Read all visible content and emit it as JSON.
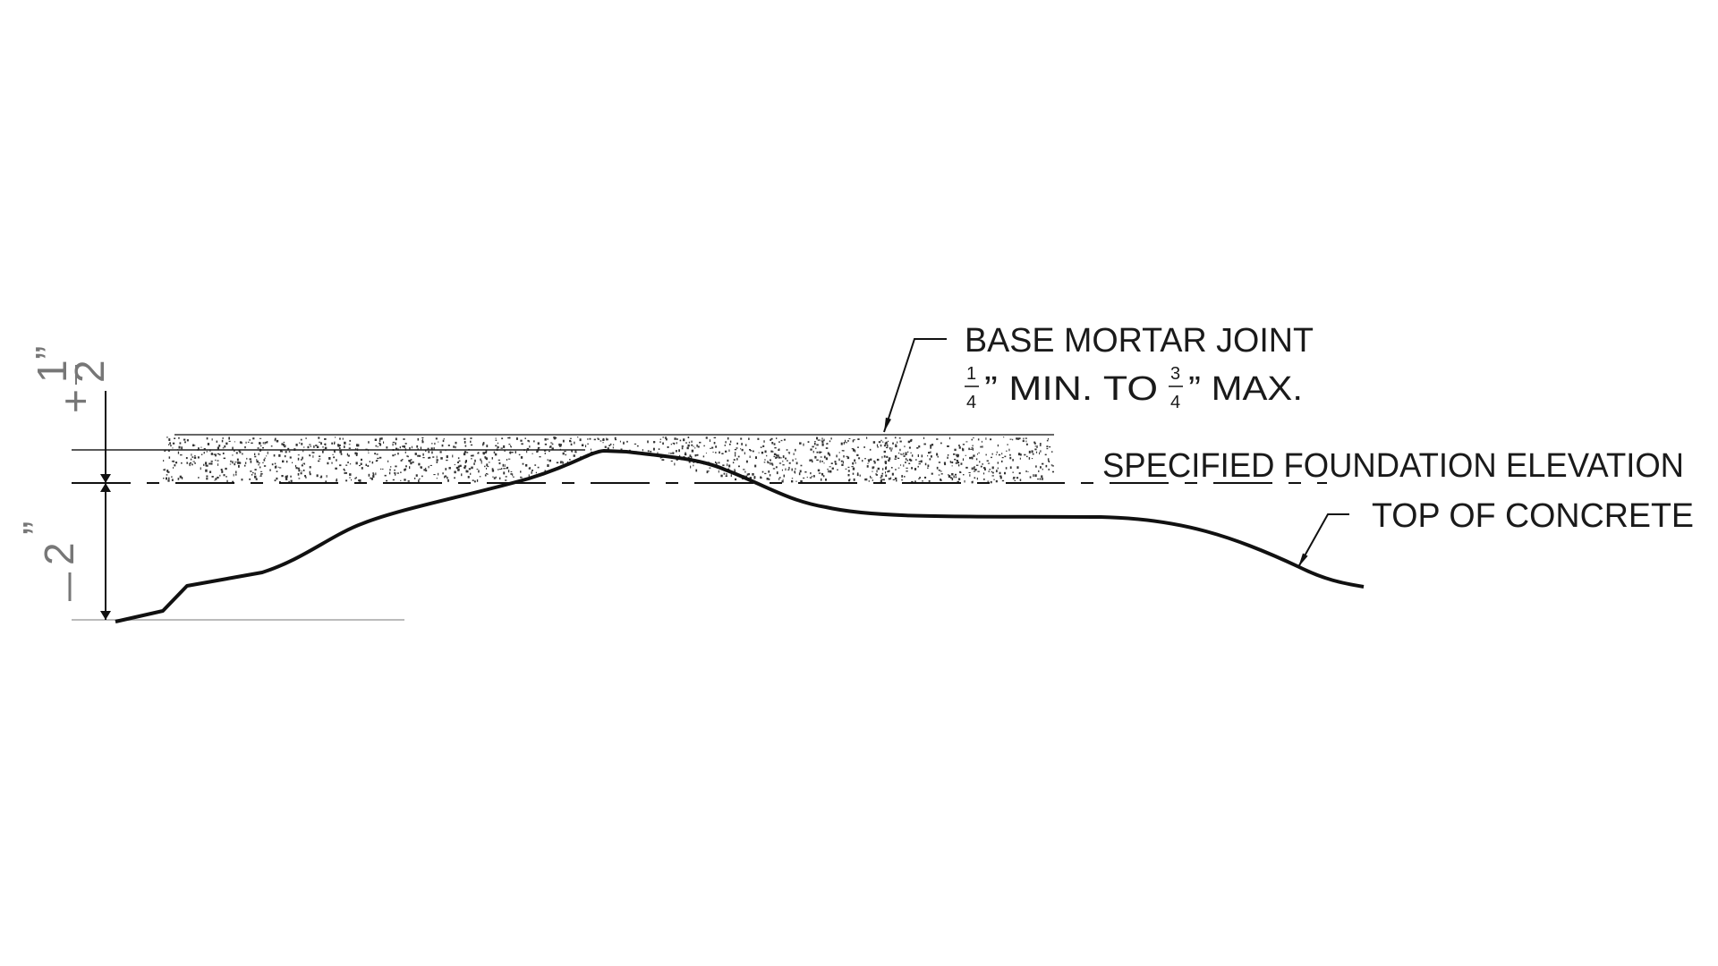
{
  "labels": {
    "mortar_title": "BASE MORTAR JOINT",
    "mortar_range": {
      "min_num": "1",
      "min_den": "4",
      "min_suffix": "” MIN. TO",
      "max_num": "3",
      "max_den": "4",
      "max_suffix": "” MAX."
    },
    "foundation": "SPECIFIED FOUNDATION ELEVATION",
    "concrete": "TOP OF CONCRETE"
  },
  "dimensions": {
    "plus": {
      "sign": "+",
      "num": "1",
      "den": "2",
      "unit": "”"
    },
    "minus": {
      "sign": "—",
      "value": "2",
      "unit": "”"
    }
  },
  "colors": {
    "line": "#111111",
    "hatch": "#333333",
    "dim_text": "#777777",
    "guide": "#bbbbbb"
  }
}
